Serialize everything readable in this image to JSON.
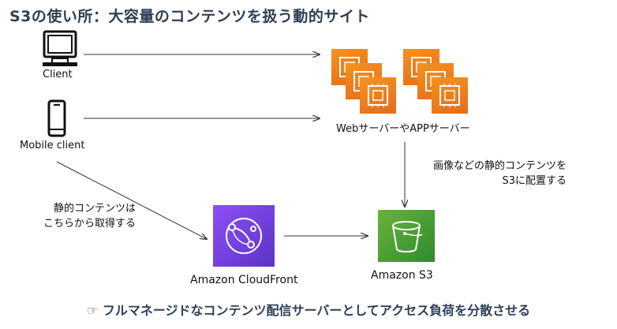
{
  "title": "S3の使い所：大容量のコンテンツを扱う動的サイト",
  "nodes": {
    "client": "Client",
    "mobile_client": "Mobile client",
    "web_app_servers": "WebサーバーやAPPサーバー",
    "cloudfront": "Amazon CloudFront",
    "s3": "Amazon S3"
  },
  "notes": {
    "static_line1": "静的コンテンツは",
    "static_line2": "こちらから取得する",
    "s3_line1": "画像などの静的コンテンツを",
    "s3_line2": "S3に配置する"
  },
  "footer": "☞ フルマネージドなコンテンツ配信サーバーとしてアクセス負荷を分散させる",
  "icons": {
    "client": "desktop-computer-icon",
    "mobile": "mobile-phone-icon",
    "server": "ec2-instance-icon",
    "cloudfront": "cloudfront-icon",
    "s3": "s3-bucket-icon"
  },
  "colors": {
    "ec2": "#f7921e",
    "cloudfront": "#8c4ff3",
    "s3": "#4b9f34",
    "title": "#2e3e55"
  }
}
